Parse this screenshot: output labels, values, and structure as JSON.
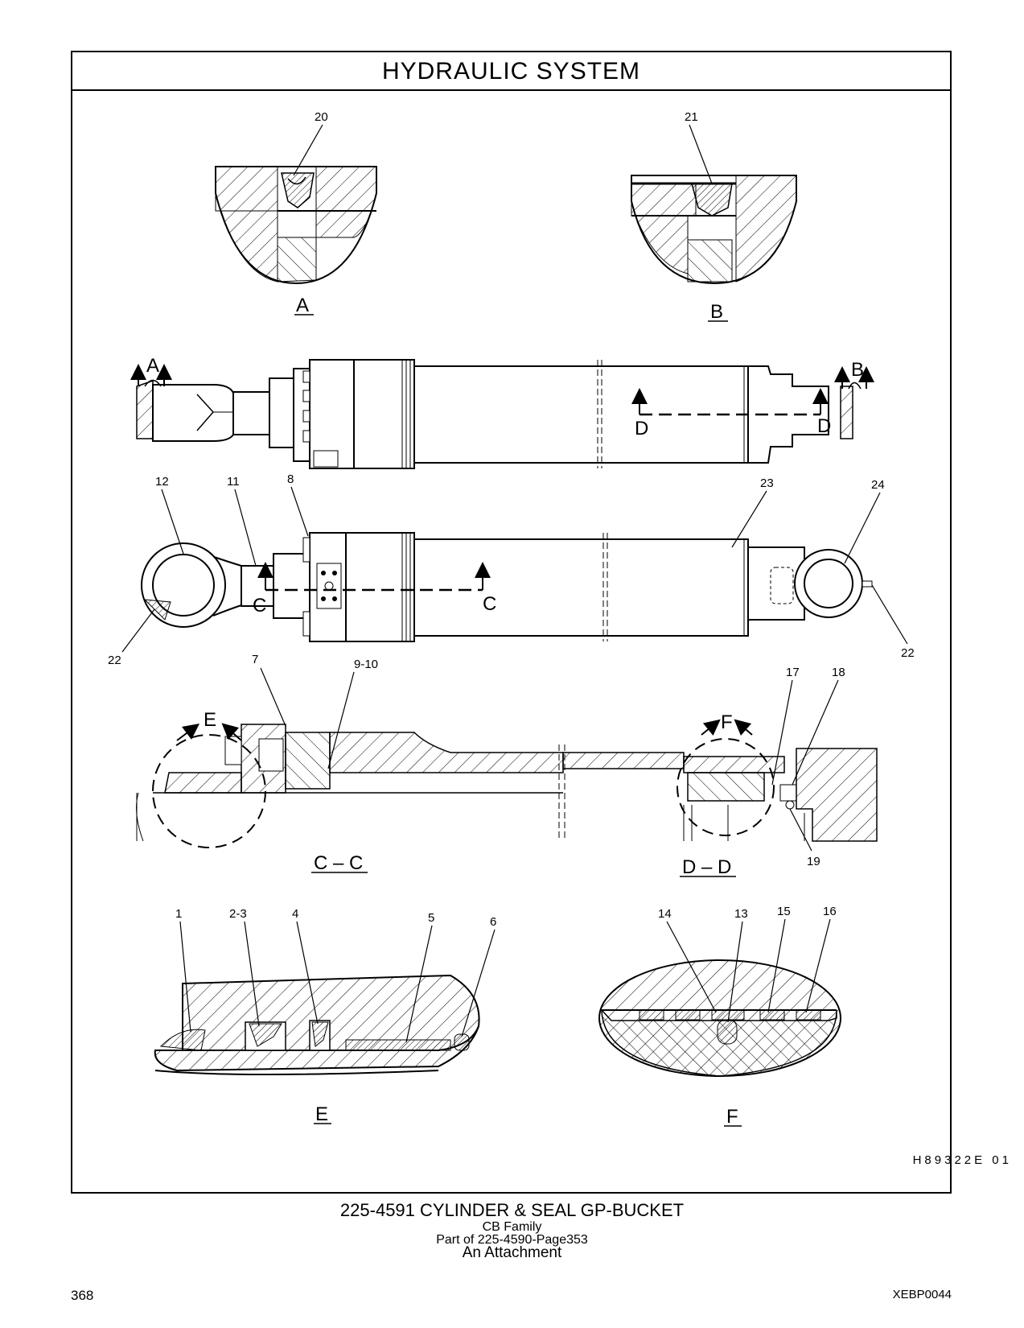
{
  "header": {
    "title": "HYDRAULIC   SYSTEM"
  },
  "callouts": {
    "c20": "20",
    "c21": "21",
    "c12": "12",
    "c11": "11",
    "c8": "8",
    "c23": "23",
    "c24": "24",
    "c22a": "22",
    "c22b": "22",
    "c7": "7",
    "c910": "9-10",
    "c17": "17",
    "c18": "18",
    "c19": "19",
    "c1": "1",
    "c23b": "2-3",
    "c4": "4",
    "c5": "5",
    "c6": "6",
    "c14": "14",
    "c13": "13",
    "c15": "15",
    "c16": "16"
  },
  "section_markers": {
    "a_top": "A",
    "b_top": "B",
    "a_detail": "A",
    "b_detail": "B",
    "d1": "D",
    "d2": "D",
    "c1": "C",
    "c2": "C",
    "e_mark": "E",
    "f_mark": "F"
  },
  "views": {
    "view_a": "A",
    "view_b": "B",
    "view_cc": "C – C",
    "view_dd": "D – D",
    "view_e": "E",
    "view_f": "F"
  },
  "drawing_code": "H89322E   01",
  "caption": {
    "part_title": "225-4591   CYLINDER & SEAL GP-BUCKET",
    "family": "CB  Family",
    "part_of": "Part of 225-4590-Page353",
    "attachment": "An Attachment"
  },
  "footer": {
    "page_number": "368",
    "doc_id": "XEBP0044"
  }
}
